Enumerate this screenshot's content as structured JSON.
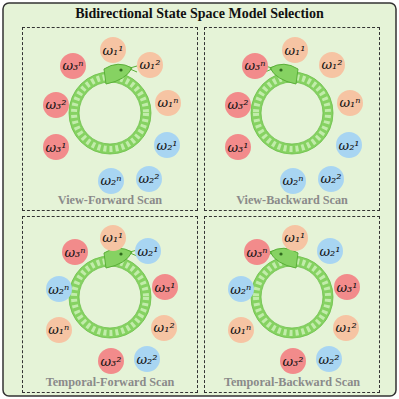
{
  "diagram": {
    "title": "Bidirectional State Space Model Selection",
    "nodes": [
      {
        "text": [
          "View-Forward Scan"
        ]
      },
      {
        "text": [
          "ω₁¹"
        ],
        "in": 0
      },
      {
        "text": [
          "ω₁²"
        ],
        "in": 0
      },
      {
        "text": [
          "ω₁ⁿ"
        ],
        "in": 0
      },
      {
        "text": [
          "ω₂¹"
        ],
        "in": 0
      },
      {
        "text": [
          "ω₂²"
        ],
        "in": 0
      },
      {
        "text": [
          "ω₂ⁿ"
        ],
        "in": 0
      },
      {
        "text": [
          "ω₃¹"
        ],
        "in": 0
      },
      {
        "text": [
          "ω₃²"
        ],
        "in": 0
      },
      {
        "text": [
          "ω₃ⁿ"
        ],
        "in": 0
      },
      {
        "text": [
          "View-Backward Scan"
        ]
      },
      {
        "text": [
          "ω₁¹"
        ],
        "in": 10
      },
      {
        "text": [
          "ω₁²"
        ],
        "in": 10
      },
      {
        "text": [
          "ω₁ⁿ"
        ],
        "in": 10
      },
      {
        "text": [
          "ω₂¹"
        ],
        "in": 10
      },
      {
        "text": [
          "ω₂²"
        ],
        "in": 10
      },
      {
        "text": [
          "ω₂ⁿ"
        ],
        "in": 10
      },
      {
        "text": [
          "ω₃¹"
        ],
        "in": 10
      },
      {
        "text": [
          "ω₃²"
        ],
        "in": 10
      },
      {
        "text": [
          "ω₃ⁿ"
        ],
        "in": 10
      },
      {
        "text": [
          "Temporal-Forward Scan"
        ]
      },
      {
        "text": [
          "ω₁¹"
        ],
        "in": 20
      },
      {
        "text": [
          "ω₂¹"
        ],
        "in": 20
      },
      {
        "text": [
          "ω₃¹"
        ],
        "in": 20
      },
      {
        "text": [
          "ω₁²"
        ],
        "in": 20
      },
      {
        "text": [
          "ω₂²"
        ],
        "in": 20
      },
      {
        "text": [
          "ω₃²"
        ],
        "in": 20
      },
      {
        "text": [
          "ω₁ⁿ"
        ],
        "in": 20
      },
      {
        "text": [
          "ω₂ⁿ"
        ],
        "in": 20
      },
      {
        "text": [
          "ω₃ⁿ"
        ],
        "in": 20
      },
      {
        "text": [
          "Temporal-Backward Scan"
        ]
      },
      {
        "text": [
          "ω₁¹"
        ],
        "in": 30
      },
      {
        "text": [
          "ω₂¹"
        ],
        "in": 30
      },
      {
        "text": [
          "ω₃¹"
        ],
        "in": 30
      },
      {
        "text": [
          "ω₁²"
        ],
        "in": 30
      },
      {
        "text": [
          "ω₂²"
        ],
        "in": 30
      },
      {
        "text": [
          "ω₃²"
        ],
        "in": 30
      },
      {
        "text": [
          "ω₁ⁿ"
        ],
        "in": 30
      },
      {
        "text": [
          "ω₂ⁿ"
        ],
        "in": 30
      },
      {
        "text": [
          "ω₃ⁿ"
        ],
        "in": 30
      }
    ]
  }
}
